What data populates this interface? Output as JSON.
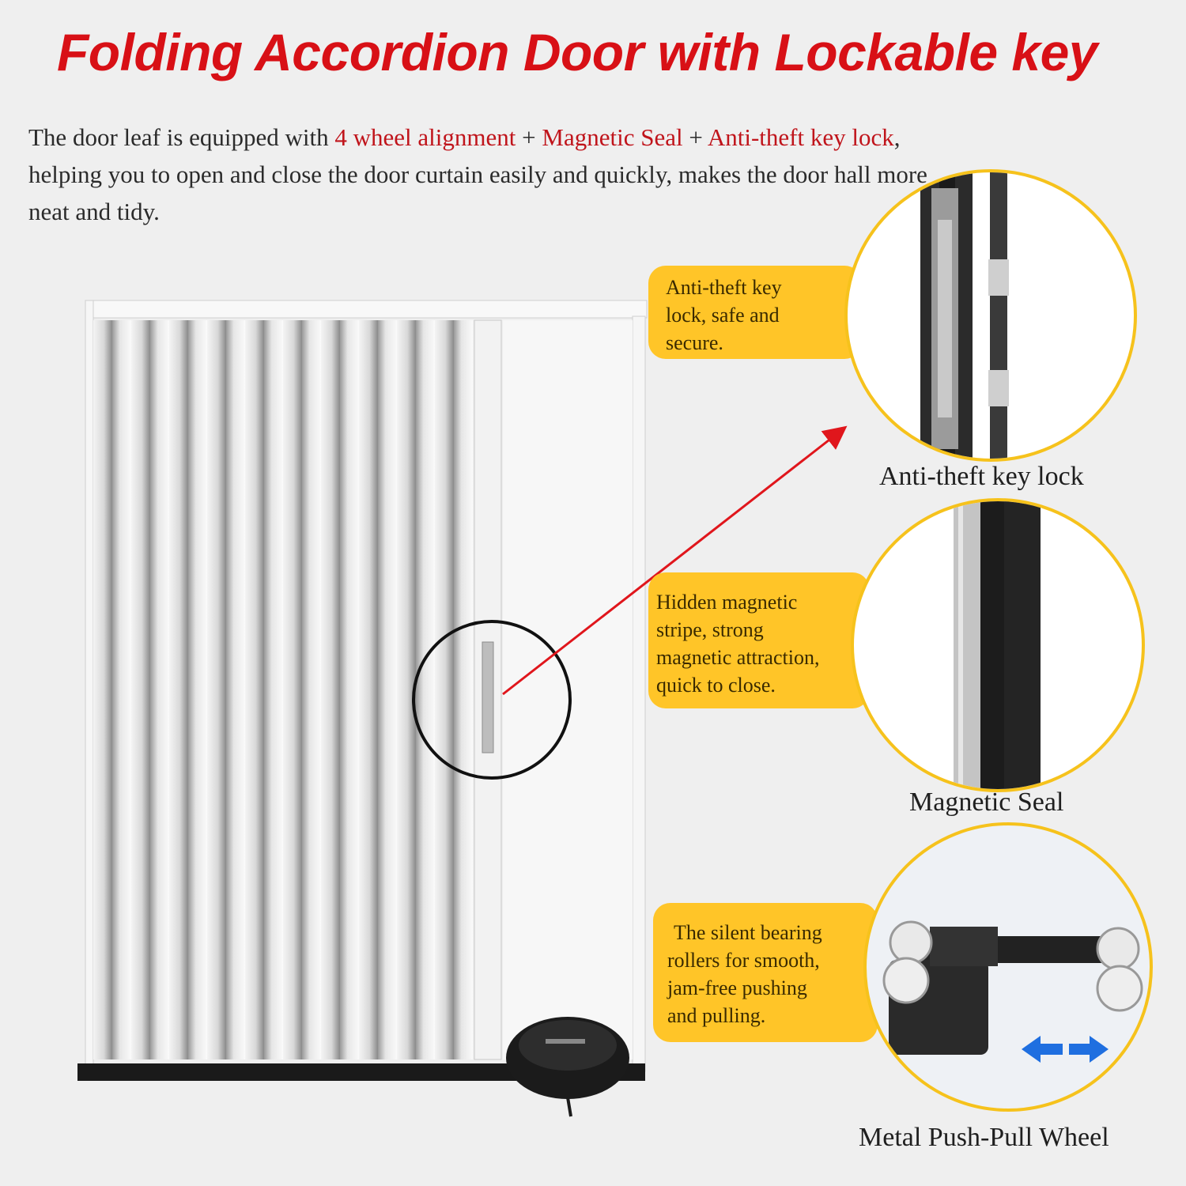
{
  "title": "Folding Accordion Door with Lockable key",
  "intro": {
    "part1": "The door leaf is equipped with ",
    "hl1": "4 wheel alignment",
    "sep1": " + ",
    "hl2": "Magnetic Seal",
    "sep2": " + ",
    "hl3": "Anti-theft key lock",
    "part2": ", helping you to open and close the door curtain easily and quickly, makes the door hall more neat and tidy."
  },
  "features": [
    {
      "callout": [
        "Anti-theft key",
        "lock, safe and",
        "secure."
      ],
      "caption": "Anti-theft key lock",
      "icon": "key-lock-closeup"
    },
    {
      "callout": [
        "Hidden magnetic",
        "stripe, strong",
        "magnetic attraction,",
        "quick to close."
      ],
      "caption": "Magnetic Seal",
      "icon": "magnetic-strip-closeup"
    },
    {
      "callout": [
        "The silent bearing",
        "rollers for smooth,",
        "jam-free pushing",
        "and pulling."
      ],
      "caption": "Metal Push-Pull Wheel",
      "icon": "roller-wheel-closeup"
    }
  ],
  "colors": {
    "title": "#d81016",
    "highlight": "#c0141b",
    "callout": "#ffc528",
    "circle_border": "#f6c21c",
    "arrow": "#e0161c",
    "double_arrow": "#1f6fe0"
  }
}
